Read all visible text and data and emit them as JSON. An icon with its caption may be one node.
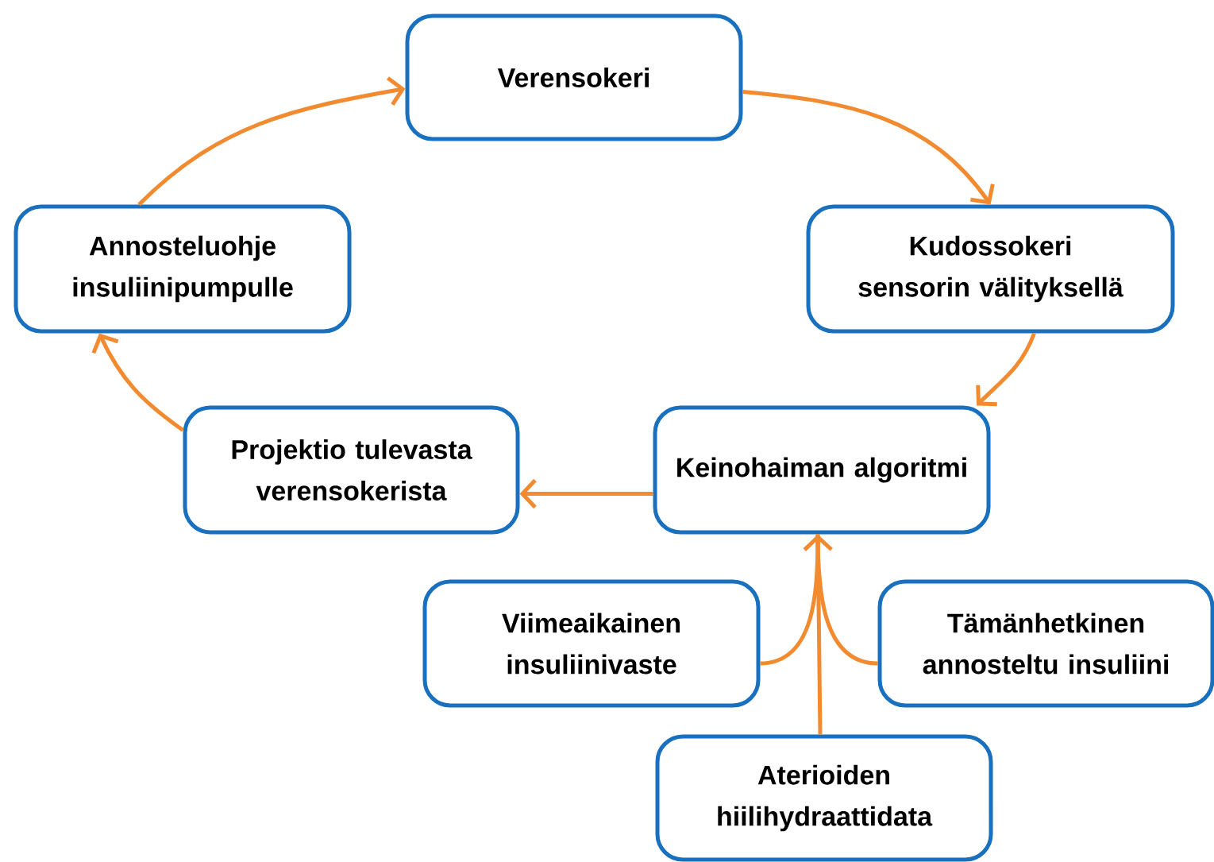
{
  "diagram": {
    "nodes": [
      {
        "text": [
          "Verensokeri"
        ]
      },
      {
        "text": [
          "Kudossokeri sensorin välityksellä"
        ]
      },
      {
        "text": [
          "Keinohaiman algoritmi"
        ]
      },
      {
        "text": [
          "Projektio tulevasta verensokerista"
        ]
      },
      {
        "text": [
          "Annosteluohje insuliinipumpulle"
        ]
      },
      {
        "text": [
          "Viimeaikainen insuliinivaste"
        ]
      },
      {
        "text": [
          "Tämänhetkinen annosteltu insuliini"
        ]
      },
      {
        "text": [
          "Aterioiden hiilihydraattidata"
        ]
      }
    ],
    "edges": [
      {
        "from": 0,
        "to": 1,
        "arrow": "to"
      },
      {
        "from": 1,
        "to": 2,
        "arrow": "to"
      },
      {
        "from": 2,
        "to": 3,
        "arrow": "to"
      },
      {
        "from": 3,
        "to": 4,
        "arrow": "to"
      },
      {
        "from": 4,
        "to": 0,
        "arrow": "to"
      },
      {
        "from": 5,
        "to": 2,
        "arrow": "to"
      },
      {
        "from": 6,
        "to": 2,
        "arrow": "to"
      },
      {
        "from": 7,
        "to": 2,
        "arrow": "to"
      }
    ]
  }
}
